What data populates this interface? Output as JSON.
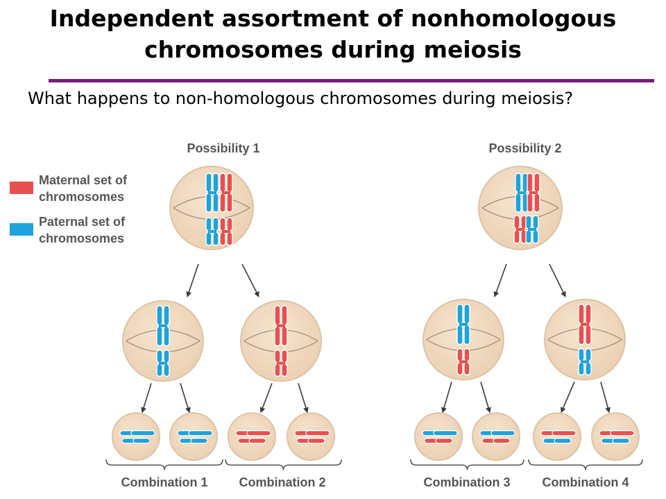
{
  "title": "Independent assortment of nonhomologous chromosomes during meiosis",
  "question": "What happens to non-homologous chromosomes during meiosis?",
  "legend": {
    "maternal": {
      "label_line1": "Maternal set of",
      "label_line2": "chromosomes",
      "color": "#e8504f"
    },
    "paternal": {
      "label_line1": "Paternal set of",
      "label_line2": "chromosomes",
      "color": "#1ea3dc"
    }
  },
  "possibilities": [
    {
      "label": "Possibility 1",
      "combinations": [
        "Combination 1",
        "Combination 2"
      ]
    },
    {
      "label": "Possibility 2",
      "combinations": [
        "Combination 3",
        "Combination 4"
      ]
    }
  ],
  "colors": {
    "cell_fill": "#f0d8bd",
    "cell_stroke": "#ddc4a6",
    "title_rule": "#7a1a7a"
  }
}
